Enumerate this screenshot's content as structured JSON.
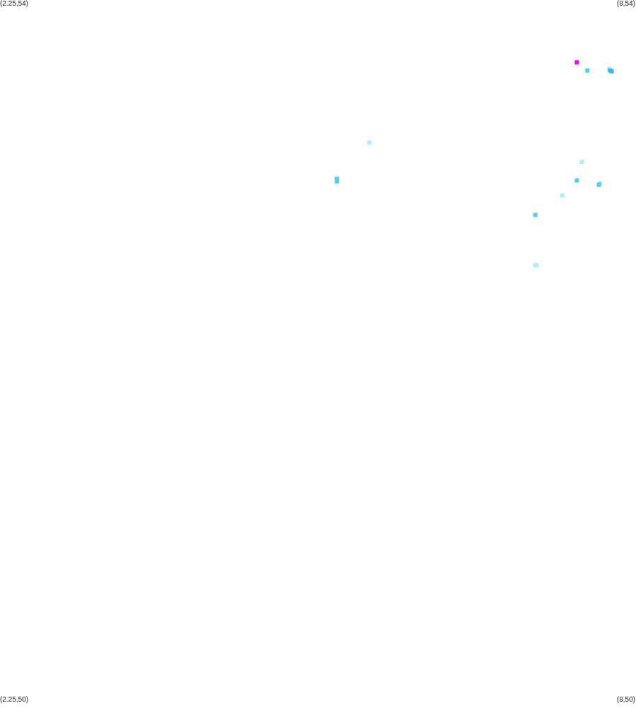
{
  "corners": {
    "top_left": "(2.25,54)",
    "top_right": "(8,54)",
    "bottom_left": "(2.25,50)",
    "bottom_right": "(8,50)"
  },
  "extent": {
    "x_min": 2.25,
    "x_max": 8,
    "y_min": 50,
    "y_max": 54
  },
  "colors": {
    "background": "#ffffff",
    "text": "#222222"
  },
  "points": [
    {
      "x": 7.465,
      "y": 53.646,
      "color": "#ff00ff"
    },
    {
      "x": 7.56,
      "y": 53.6,
      "color": "#55ccff"
    },
    {
      "x": 7.76,
      "y": 53.61,
      "color": "#aaf0ff"
    },
    {
      "x": 7.765,
      "y": 53.6,
      "color": "#3db8f0"
    },
    {
      "x": 7.78,
      "y": 53.595,
      "color": "#3db8f0"
    },
    {
      "x": 5.59,
      "y": 53.19,
      "color": "#aaf0ff"
    },
    {
      "x": 7.51,
      "y": 53.08,
      "color": "#aaf0ff"
    },
    {
      "x": 5.295,
      "y": 52.985,
      "color": "#55ccff"
    },
    {
      "x": 5.295,
      "y": 52.97,
      "color": "#55ccff"
    },
    {
      "x": 7.465,
      "y": 52.975,
      "color": "#55ccff"
    },
    {
      "x": 7.675,
      "y": 52.96,
      "color": "#aaf0ff"
    },
    {
      "x": 7.665,
      "y": 52.952,
      "color": "#55ccff"
    },
    {
      "x": 7.335,
      "y": 52.89,
      "color": "#aaf0ff"
    },
    {
      "x": 7.09,
      "y": 52.78,
      "color": "#55ccff"
    },
    {
      "x": 7.09,
      "y": 52.495,
      "color": "#aaf0ff"
    },
    {
      "x": 7.1,
      "y": 52.495,
      "color": "#aaf0ff"
    }
  ]
}
